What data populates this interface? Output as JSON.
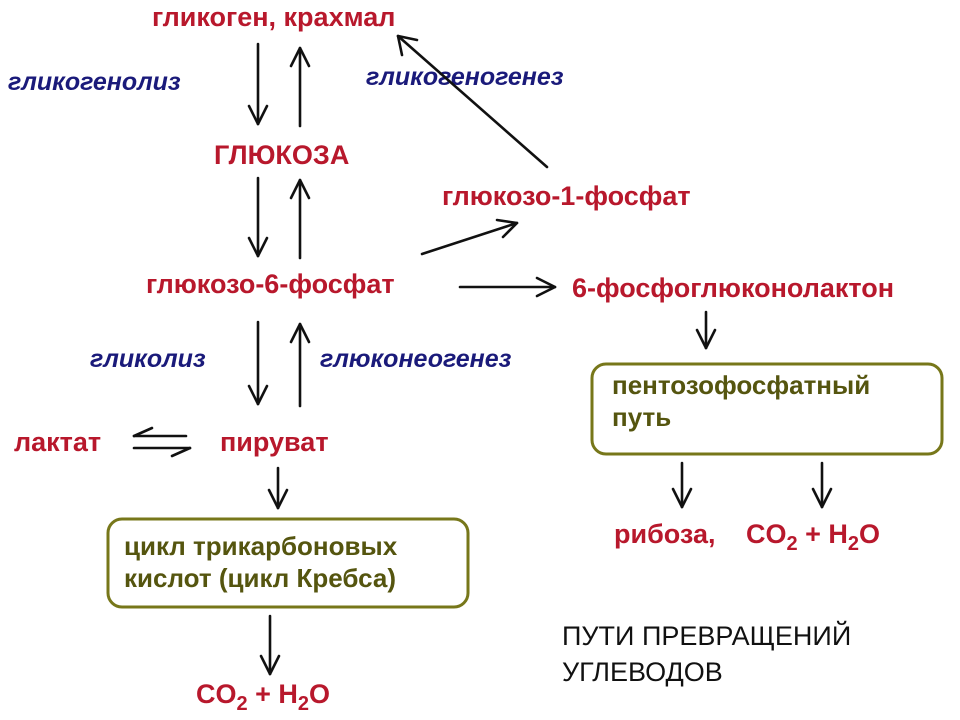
{
  "nodes": {
    "glycogen_starch": "гликоген, крахмал",
    "glucose": "ГЛЮКОЗА",
    "glucose_1_phosphate": "глюкозо-1-фосфат",
    "glucose_6_phosphate": "глюкозо-6-фосфат",
    "phosphogluconolactone": "6-фосфоглюконолактон",
    "lactate": "лактат",
    "pyruvate": "пируват",
    "ribose": "рибоза,"
  },
  "processes": {
    "glycogenolysis": "гликогенолиз",
    "glycogenesis": "гликогеногенез",
    "glycolysis": "гликолиз",
    "gluconeogenesis": "глюконеогенез"
  },
  "boxes": {
    "krebs_line1": "цикл трикарбоновых",
    "krebs_line2": "кислот (цикл Кребса)",
    "pentose_line1": "пентозофосфатный",
    "pentose_line2": "путь"
  },
  "products": {
    "co2": "CO",
    "sub2": "2",
    "plus_h": " + H",
    "o": "O"
  },
  "caption": {
    "line1": "ПУТИ ПРЕВРАЩЕНИЙ",
    "line2": "УГЛЕВОДОВ"
  },
  "colors": {
    "metabolite": "#b8182c",
    "process": "#1a1a7a",
    "box_border": "#77771a",
    "box_text": "#55550f"
  }
}
